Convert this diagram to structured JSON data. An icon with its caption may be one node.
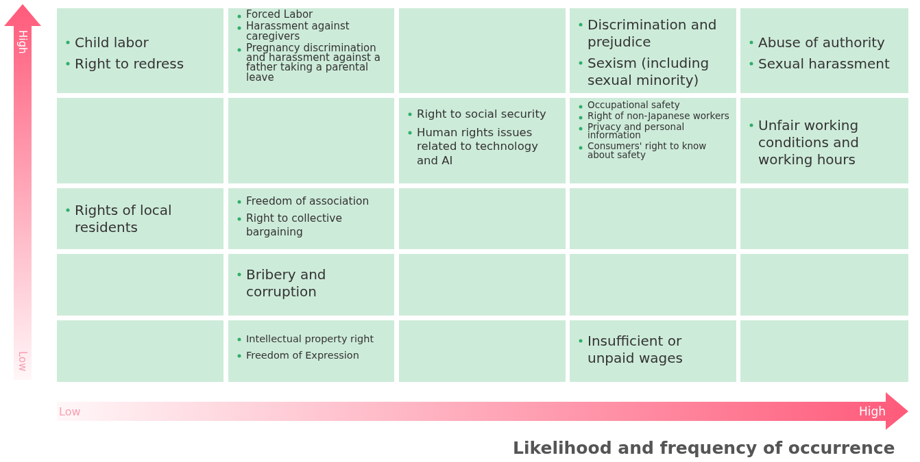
{
  "diagram": {
    "nodes": [
      {
        "text": [
          "Child labor",
          "Right to redress"
        ]
      },
      {
        "text": [
          "Forced Labor",
          "Harassment against caregivers",
          "Pregnancy discrimination and harassment against a father taking a parental leave"
        ]
      },
      {
        "text": [],
        "shape": "box"
      },
      {
        "text": [
          "Discrimination and prejudice",
          "Sexism (including sexual minority)"
        ]
      },
      {
        "text": [
          "Abuse of authority",
          "Sexual harassment"
        ]
      },
      {
        "text": [],
        "shape": "box"
      },
      {
        "text": [],
        "shape": "box"
      },
      {
        "text": [
          "Right to social security",
          "Human rights issues related to technology and AI"
        ]
      },
      {
        "text": [
          "Occupational safety",
          "Right of non-Japanese workers",
          "Privacy and personal information",
          "Consumers' right to know about safety"
        ]
      },
      {
        "text": [
          "Unfair working conditions and working hours"
        ]
      },
      {
        "text": [
          "Rights of local residents"
        ]
      },
      {
        "text": [
          "Freedom of association",
          "Right to collective bargaining"
        ]
      },
      {
        "text": [],
        "shape": "box"
      },
      {
        "text": [],
        "shape": "box"
      },
      {
        "text": [],
        "shape": "box"
      },
      {
        "text": [],
        "shape": "box"
      },
      {
        "text": [
          "Bribery and corruption"
        ]
      },
      {
        "text": [],
        "shape": "box"
      },
      {
        "text": [],
        "shape": "box"
      },
      {
        "text": [],
        "shape": "box"
      },
      {
        "text": [],
        "shape": "box"
      },
      {
        "text": [
          "Intellectual property right",
          "Freedom of Expression"
        ]
      },
      {
        "text": [],
        "shape": "box"
      },
      {
        "text": [
          "Insufficient or unpaid wages"
        ]
      },
      {
        "text": [],
        "shape": "box"
      }
    ],
    "labels": [
      "High",
      "Low",
      "Low",
      "High",
      "Likelihood and frequency of occurrence"
    ]
  }
}
